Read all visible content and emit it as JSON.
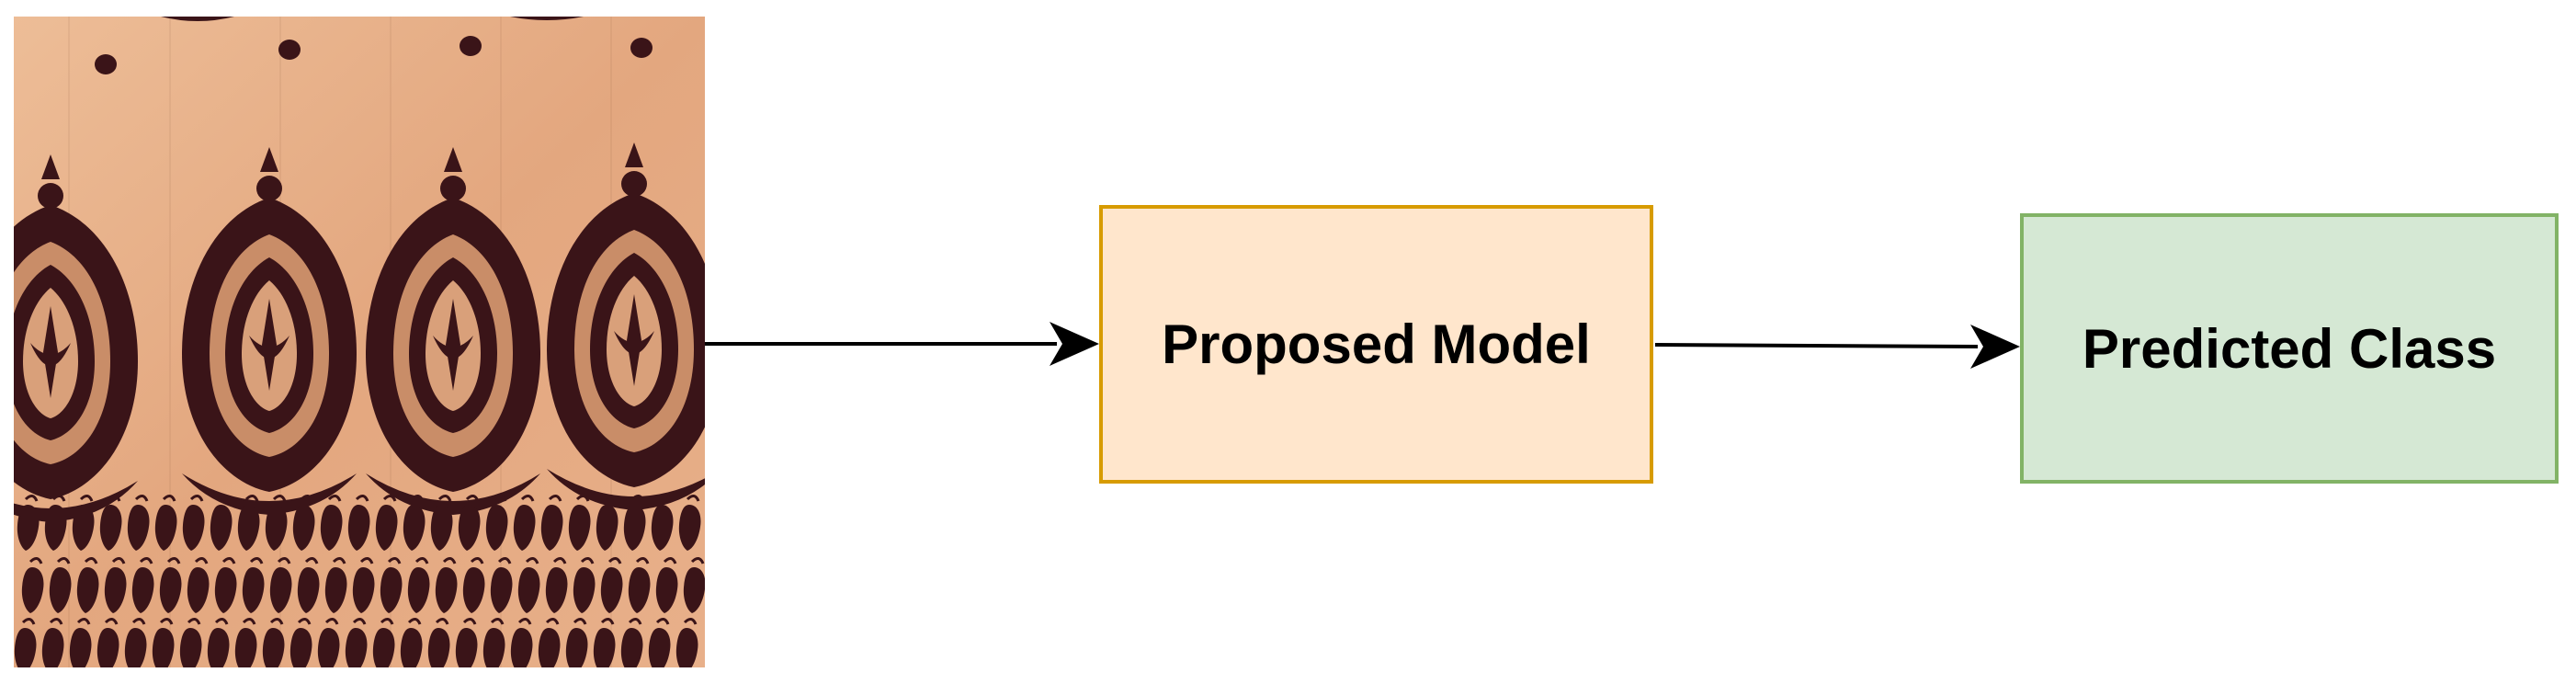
{
  "diagram": {
    "input_image": {
      "description_icon": "saree-fabric-image",
      "colors": {
        "fabric": "#e3a77f",
        "fabric_light": "#edbd97",
        "motif": "#3a1418"
      }
    },
    "model_box": {
      "label": "Proposed Model",
      "fill": "#ffe6cc",
      "border": "#d79b00"
    },
    "class_box": {
      "label": "Predicted Class",
      "fill": "#d5e8d4",
      "border": "#82b366"
    },
    "arrow_color": "#000000"
  }
}
